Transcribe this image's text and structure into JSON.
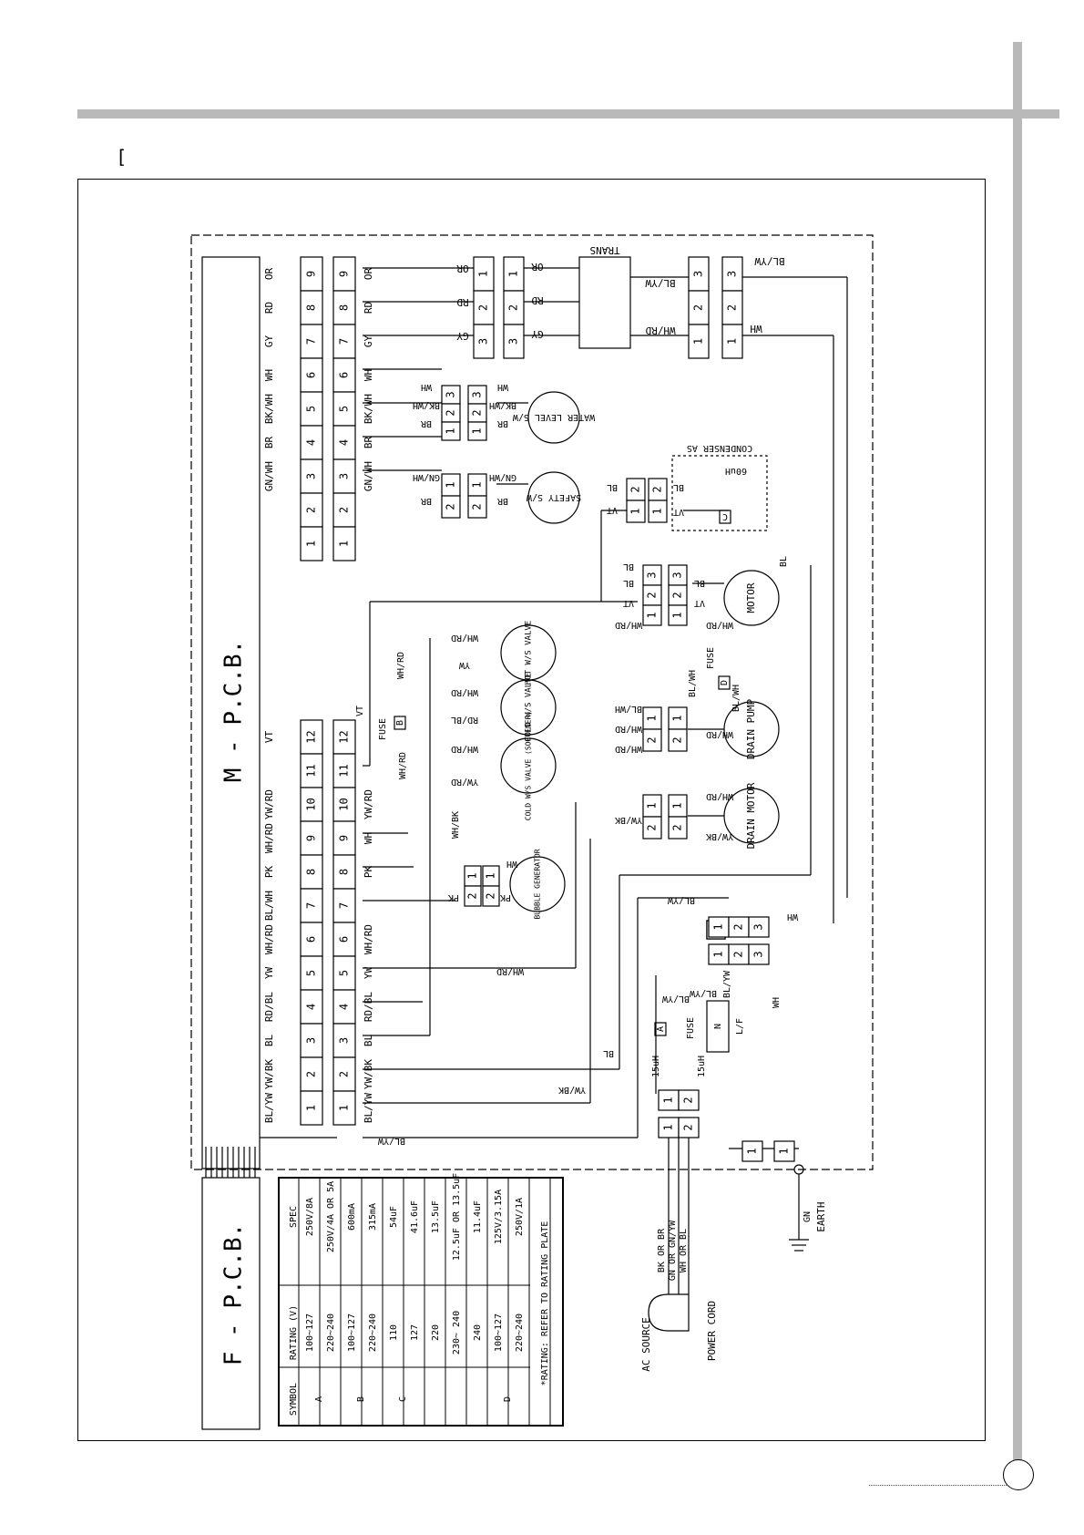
{
  "header": {
    "bracket": "["
  },
  "mpcb": {
    "title": "M - P.C.B.",
    "left_connector": {
      "pins": [
        "1",
        "2",
        "3",
        "4",
        "5",
        "6",
        "7",
        "8",
        "9"
      ],
      "wires": {
        "9": "OR",
        "8": "RD",
        "7": "GY",
        "6": "WH",
        "5": "BK/WH",
        "4": "BR",
        "3": "GN/WH"
      }
    },
    "bottom_connector": {
      "pins": [
        "1",
        "2",
        "3",
        "4",
        "5",
        "6",
        "7",
        "8",
        "9",
        "10",
        "11",
        "12"
      ],
      "wires": {
        "1": "BL/YW",
        "2": "YW/BK",
        "3": "BL",
        "4": "RD/BL",
        "5": "YW",
        "6": "WH/RD",
        "7": "BL/WH",
        "8": "PK",
        "9": "WH/RD",
        "10": "YW/RD",
        "12": "VT"
      }
    },
    "bottom_connector_b": {
      "wires": {
        "1": "BL/YW",
        "2": "YW/BK",
        "3": "BL",
        "4": "RD/BL",
        "5": "YW",
        "6": "WH/RD",
        "8": "PK",
        "9": "WH",
        "10": "YW/RD"
      }
    }
  },
  "fpcb": {
    "title": "F - P.C.B."
  },
  "components": {
    "trans": "TRANS",
    "trans_wires": [
      "OR",
      "RD",
      "GY",
      "BL/YW",
      "WH/RD"
    ],
    "trans_pins_a": [
      "1",
      "2",
      "3"
    ],
    "trans_pins_b": [
      "3",
      "2",
      "1"
    ],
    "water_level": "WATER LEVEL S/W",
    "water_level_wires": [
      "WH",
      "BK/WH",
      "BR"
    ],
    "water_level_pins": [
      "3",
      "2",
      "1"
    ],
    "safety": "SAFETY S/W",
    "safety_wires": [
      "GN/WH",
      "BR"
    ],
    "safety_pins": [
      "1",
      "2"
    ],
    "condenser": "CONDENSER AS",
    "condenser_inductor": "60uH",
    "condenser_cap": "C",
    "condenser_wires": [
      "BL",
      "VT"
    ],
    "motor": "MOTOR",
    "motor_wires": [
      "BL",
      "VT",
      "WH/RD"
    ],
    "motor_pins": [
      "3",
      "2",
      "1"
    ],
    "hot_valve": "HOT W/S VALVE",
    "cold_valve": "COLD W/S VALVE",
    "cold_softener_valve": "COLD W/S VALVE (SOFTENER)",
    "valve_wires": [
      "WH/RD",
      "YW",
      "WH/RD",
      "RD/BL",
      "WH/RD",
      "YW/RD"
    ],
    "fuse_b_label": "B",
    "fuse_b": "FUSE",
    "fuse_b_wires": [
      "WH/RD",
      "WH/RD",
      "VT"
    ],
    "drain_pump": "DRAIN PUMP",
    "drain_pump_fuse": "FUSE",
    "drain_pump_fuse_label": "D",
    "drain_pump_wires": [
      "BL/WH",
      "WH/RD",
      "BL/WH",
      "BL/WH"
    ],
    "drain_motor": "DRAIN MOTOR",
    "drain_motor_wires": [
      "WH/RD",
      "YW/BK"
    ],
    "bubble": "BUBBLE GENERATOR",
    "bubble_wires": [
      "WH",
      "PK",
      "WH/BK"
    ],
    "main_wires": [
      "BL/YW",
      "WH",
      "WH/RD",
      "BL",
      "YW/BK",
      "BL/YW"
    ],
    "fuse_a_label": "A",
    "fuse_a": "FUSE",
    "filter": "L/F",
    "filter_n": "N",
    "filter_wires": [
      "BL/YW",
      "WH"
    ],
    "inductor": "15uH",
    "plug_pins": [
      "1",
      "2"
    ],
    "strip_pins": [
      "1",
      "2",
      "3"
    ],
    "earth_pin": "1"
  },
  "power": {
    "ac_source": "AC SOURCE",
    "power_cord": "POWER CORD",
    "wires": [
      "BK OR BR",
      "GN OR GN/YW",
      "WH OR BL"
    ],
    "earth_wire": "GN",
    "earth": "EARTH"
  },
  "spec_table": {
    "headers": [
      "SYMBOL",
      "RATING (V)",
      "SPEC"
    ],
    "rows": [
      [
        "A",
        "100~127",
        "250V/8A"
      ],
      [
        "",
        "220~240",
        "250V/4A OR 5A"
      ],
      [
        "B",
        "100~127",
        "600mA"
      ],
      [
        "",
        "220~240",
        "315mA"
      ],
      [
        "C",
        "110",
        "54uF"
      ],
      [
        "",
        "127",
        "41.6uF"
      ],
      [
        "",
        "220",
        "13.5uF"
      ],
      [
        "",
        "230~ 240",
        "12.5uF OR 13.5uF"
      ],
      [
        "",
        "240",
        "11.4uF"
      ],
      [
        "D",
        "100~127",
        "125V/3.15A"
      ],
      [
        "",
        "220~240",
        "250V/1A"
      ]
    ],
    "note": "*RATING: REFER TO RATING PLATE"
  }
}
